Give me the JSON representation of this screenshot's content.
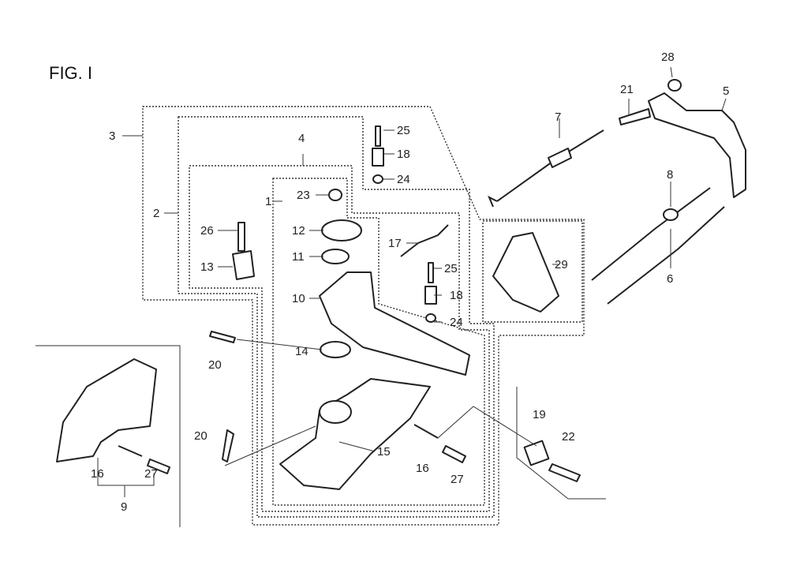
{
  "figure": {
    "title": "FIG. I"
  },
  "callouts": [
    {
      "num": "1"
    },
    {
      "num": "2"
    },
    {
      "num": "3"
    },
    {
      "num": "4"
    },
    {
      "num": "5"
    },
    {
      "num": "6"
    },
    {
      "num": "7"
    },
    {
      "num": "8"
    },
    {
      "num": "9"
    },
    {
      "num": "10"
    },
    {
      "num": "11"
    },
    {
      "num": "12"
    },
    {
      "num": "13"
    },
    {
      "num": "14"
    },
    {
      "num": "15"
    },
    {
      "num": "16"
    },
    {
      "num": "16"
    },
    {
      "num": "17"
    },
    {
      "num": "18"
    },
    {
      "num": "18"
    },
    {
      "num": "19"
    },
    {
      "num": "20"
    },
    {
      "num": "20"
    },
    {
      "num": "21"
    },
    {
      "num": "22"
    },
    {
      "num": "23"
    },
    {
      "num": "24"
    },
    {
      "num": "24"
    },
    {
      "num": "25"
    },
    {
      "num": "25"
    },
    {
      "num": "26"
    },
    {
      "num": "27"
    },
    {
      "num": "27"
    },
    {
      "num": "28"
    },
    {
      "num": "29"
    }
  ]
}
